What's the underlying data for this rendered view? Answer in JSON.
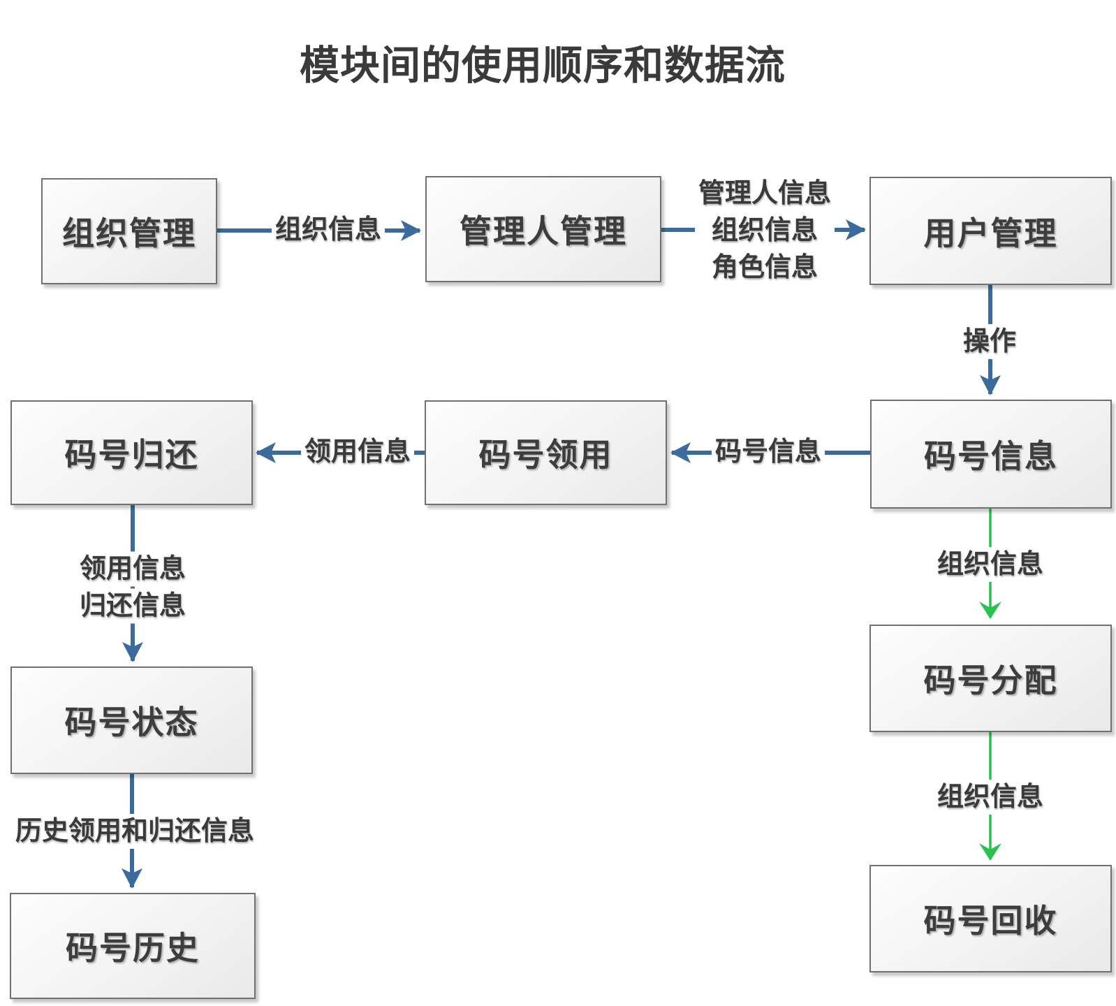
{
  "title": "模块间的使用顺序和数据流",
  "colors": {
    "arrow_blue": "#3A6B9C",
    "arrow_green": "#27C24F",
    "box_border": "#707070",
    "box_fill_light": "#fdfdfd",
    "box_fill_dark": "#e9e9e9",
    "text": "#3d3d3d"
  },
  "nodes": [
    {
      "id": "org-management",
      "label": "组织管理"
    },
    {
      "id": "admin-management",
      "label": "管理人管理"
    },
    {
      "id": "user-management",
      "label": "用户管理"
    },
    {
      "id": "number-return",
      "label": "码号归还"
    },
    {
      "id": "number-claim",
      "label": "码号领用"
    },
    {
      "id": "number-info",
      "label": "码号信息"
    },
    {
      "id": "number-status",
      "label": "码号状态"
    },
    {
      "id": "number-history",
      "label": "码号历史"
    },
    {
      "id": "number-allocation",
      "label": "码号分配"
    },
    {
      "id": "number-recycle",
      "label": "码号回收"
    }
  ],
  "edges": [
    {
      "id": "org-to-admin",
      "label": "组织信息",
      "color": "blue"
    },
    {
      "id": "admin-to-user",
      "lines": [
        "管理人信息",
        "组织信息",
        "角色信息"
      ],
      "color": "blue"
    },
    {
      "id": "user-to-number-info",
      "label": "操作",
      "color": "blue"
    },
    {
      "id": "number-info-to-claim",
      "label": "码号信息",
      "color": "blue"
    },
    {
      "id": "claim-to-return",
      "label": "领用信息",
      "color": "blue"
    },
    {
      "id": "return-to-status",
      "lines": [
        "领用信息",
        "归还信息"
      ],
      "color": "blue"
    },
    {
      "id": "status-to-history",
      "label": "历史领用和归还信息",
      "color": "blue"
    },
    {
      "id": "number-info-to-allocation",
      "label": "组织信息",
      "color": "green"
    },
    {
      "id": "allocation-to-recycle",
      "label": "组织信息",
      "color": "green"
    }
  ]
}
